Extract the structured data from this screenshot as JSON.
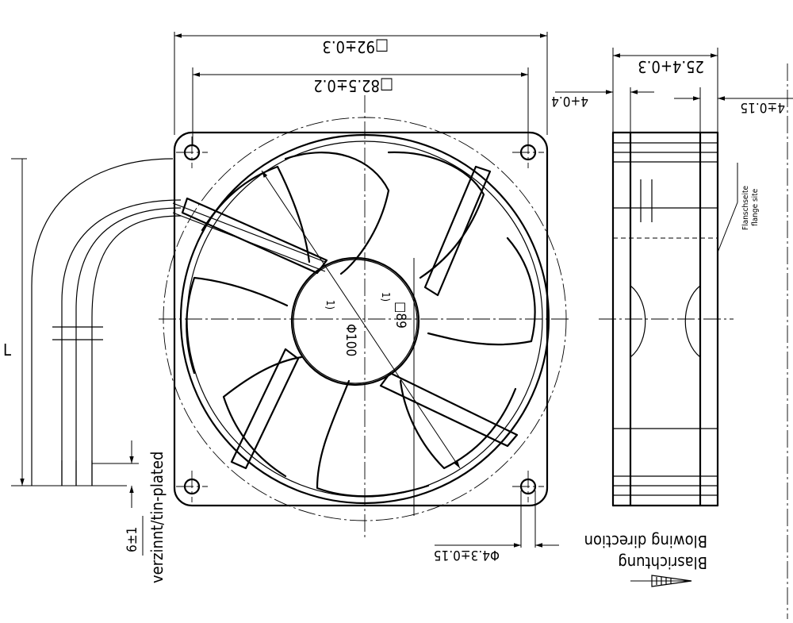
{
  "dimensions": {
    "outer_width": "□92±0.3",
    "hole_spacing": "□82.5±0.2",
    "depth": "25.4+0.3",
    "rim_left": "4+0.4",
    "rim_right": "4±0.15",
    "hub_diameter": "Φ100",
    "hub_square": "□89",
    "hub_tick_left": "1)",
    "hub_tick_right": "1)",
    "hole_diameter": "Φ4.3±0.15",
    "lead_length": "L",
    "strip_length": "6±1"
  },
  "labels": {
    "flange_de": "Flanschseite",
    "flange_en": "flange site",
    "blow_de": "Blasrichtung",
    "blow_en": "Blowing direction",
    "leads_note": "verzinnt/tin-plated"
  }
}
